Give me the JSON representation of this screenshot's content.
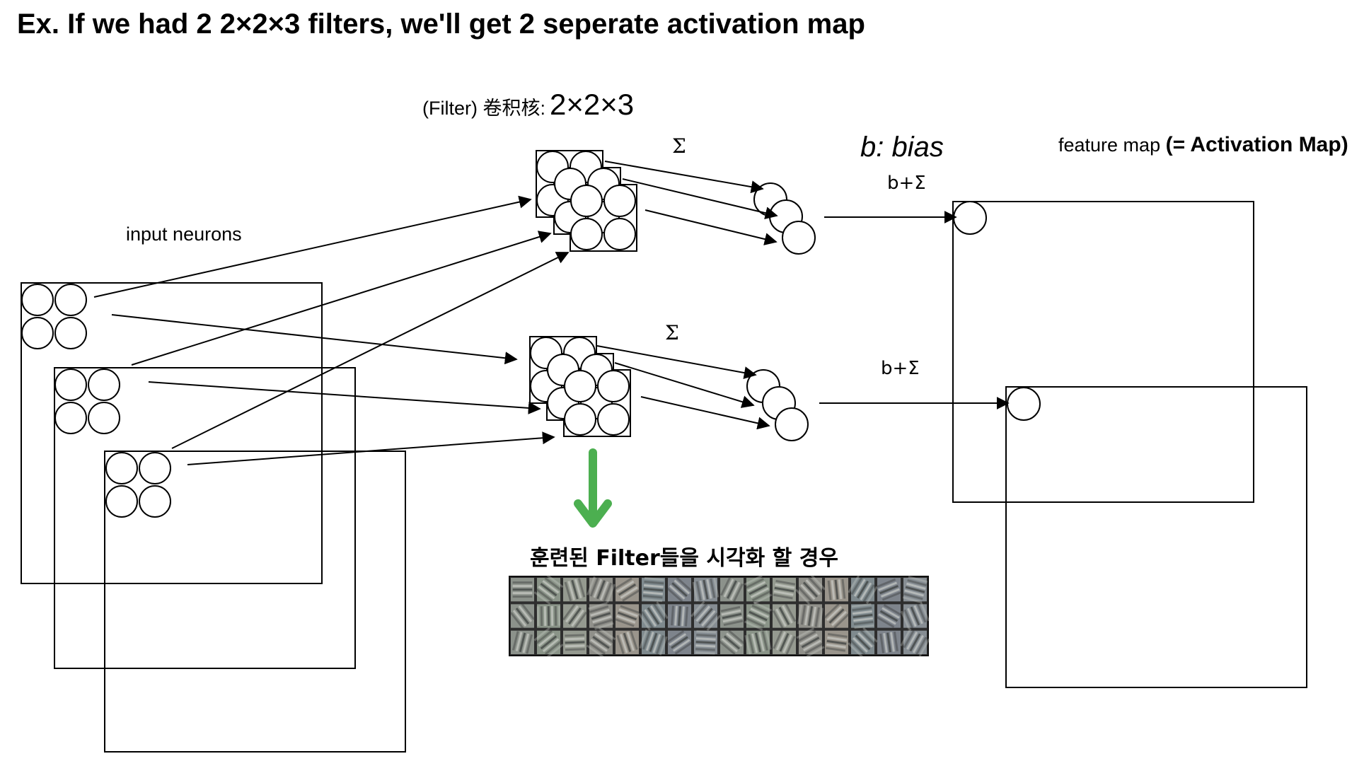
{
  "title": "Ex. If we had 2 2×2×3 filters, we'll get 2 seperate activation map",
  "filter_label": {
    "prefix": "(Filter) 卷积核:",
    "size": "2×2×3"
  },
  "sigma": "Σ",
  "bias_label": "b: bias",
  "bias_sum": "b+Σ",
  "feature_map_label": {
    "text": "feature map",
    "note": "(= Activation Map)"
  },
  "input_label": "input neurons",
  "caption": "훈련된 Filter들을 시각화 할 경우",
  "colors": {
    "caption_green": "#4caf50",
    "arrow_green": "#4caf50",
    "line": "#000000",
    "filter_tile_base": "#8a8f88"
  },
  "filter_grid": {
    "rows": 3,
    "cols": 16
  }
}
